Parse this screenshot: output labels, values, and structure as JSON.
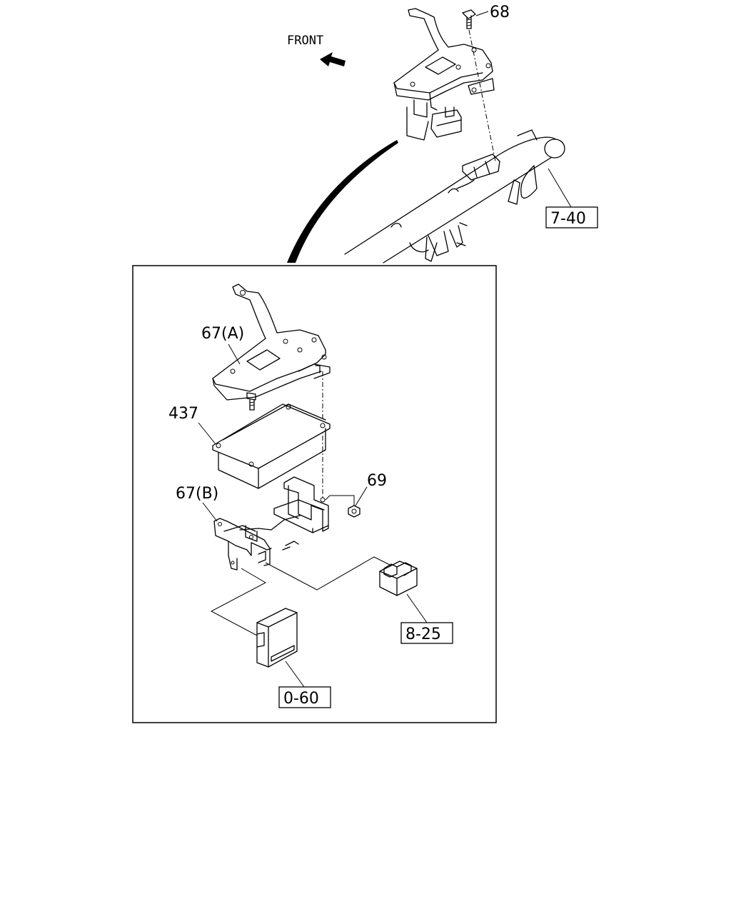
{
  "orientation": {
    "label": "FRONT",
    "icon": "front-arrow-icon"
  },
  "callouts": {
    "bolt": "68",
    "nut": "69",
    "bracket_upper": "67(A)",
    "control_unit": "437",
    "bracket_lower": "67(B)"
  },
  "references": {
    "crossmember": "7-40",
    "connector": "8-25",
    "ecu": "0-60"
  }
}
